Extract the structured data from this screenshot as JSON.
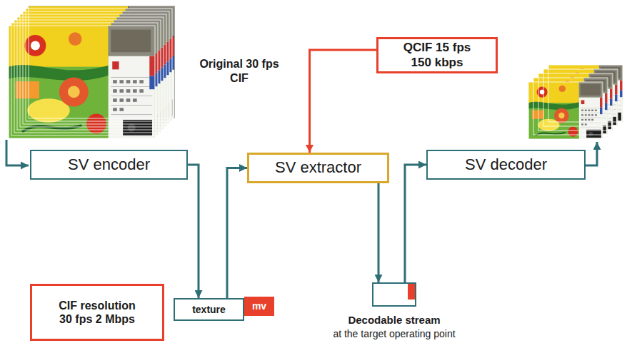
{
  "diagram": {
    "nodes": [
      {
        "text": [
          "QCIF 15 fps 150 kbps"
        ]
      },
      {
        "text": [
          "SV encoder"
        ]
      },
      {
        "text": [
          "SV extractor"
        ]
      },
      {
        "text": [
          "SV decoder"
        ]
      },
      {
        "text": [
          "CIF resolution 30 fps 2 Mbps"
        ]
      },
      {
        "text": [
          "texture"
        ]
      },
      {
        "text": [
          "mv"
        ]
      },
      {
        "text": [
          "Decodable stream",
          "at the target operating point"
        ]
      }
    ],
    "edges": [
      {
        "from": 0,
        "to": 2,
        "arrow": "to"
      },
      {
        "from": 1,
        "to": 5,
        "arrow": "to"
      },
      {
        "from": 5,
        "to": 2,
        "arrow": "to"
      },
      {
        "from": 2,
        "to": 7,
        "arrow": "to"
      },
      {
        "from": 7,
        "to": 3,
        "arrow": "to"
      }
    ],
    "labels": [
      "Original 30 fps CIF"
    ]
  }
}
